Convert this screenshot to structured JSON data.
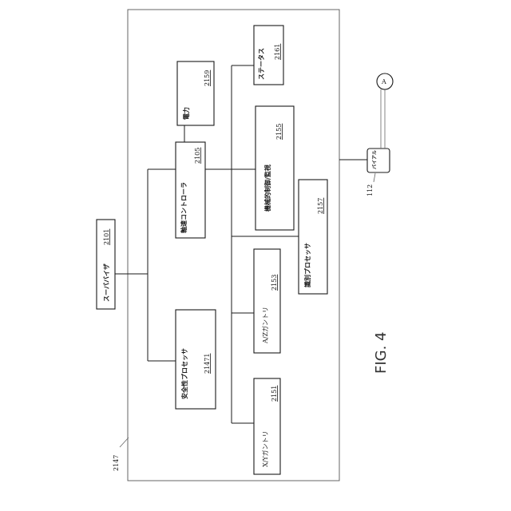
{
  "figure": {
    "caption": "FIG. 4"
  },
  "frame": {
    "ref": "2147"
  },
  "supervisor": {
    "label": "スーパバイザ",
    "ref": "2101"
  },
  "speed_controller": {
    "label": "軸速コントローラ",
    "ref": "2105"
  },
  "power": {
    "label": "電力",
    "ref": "2159"
  },
  "status": {
    "label": "ステータス",
    "ref": "2161"
  },
  "mech_control": {
    "label": "機械的制御/監視",
    "ref": "2155"
  },
  "id_processor": {
    "label": "識別プロセッサ",
    "ref": "2157"
  },
  "az_gantry": {
    "label": "A/Zガントリ",
    "ref": "2153"
  },
  "xy_gantry": {
    "label": "X/Yガントリ",
    "ref": "2151"
  },
  "safety_processor": {
    "label": "安全性プロセッサ",
    "ref": "21471"
  },
  "vial": {
    "label": "バイアル",
    "ref": "112"
  },
  "connector": {
    "label": "A"
  }
}
